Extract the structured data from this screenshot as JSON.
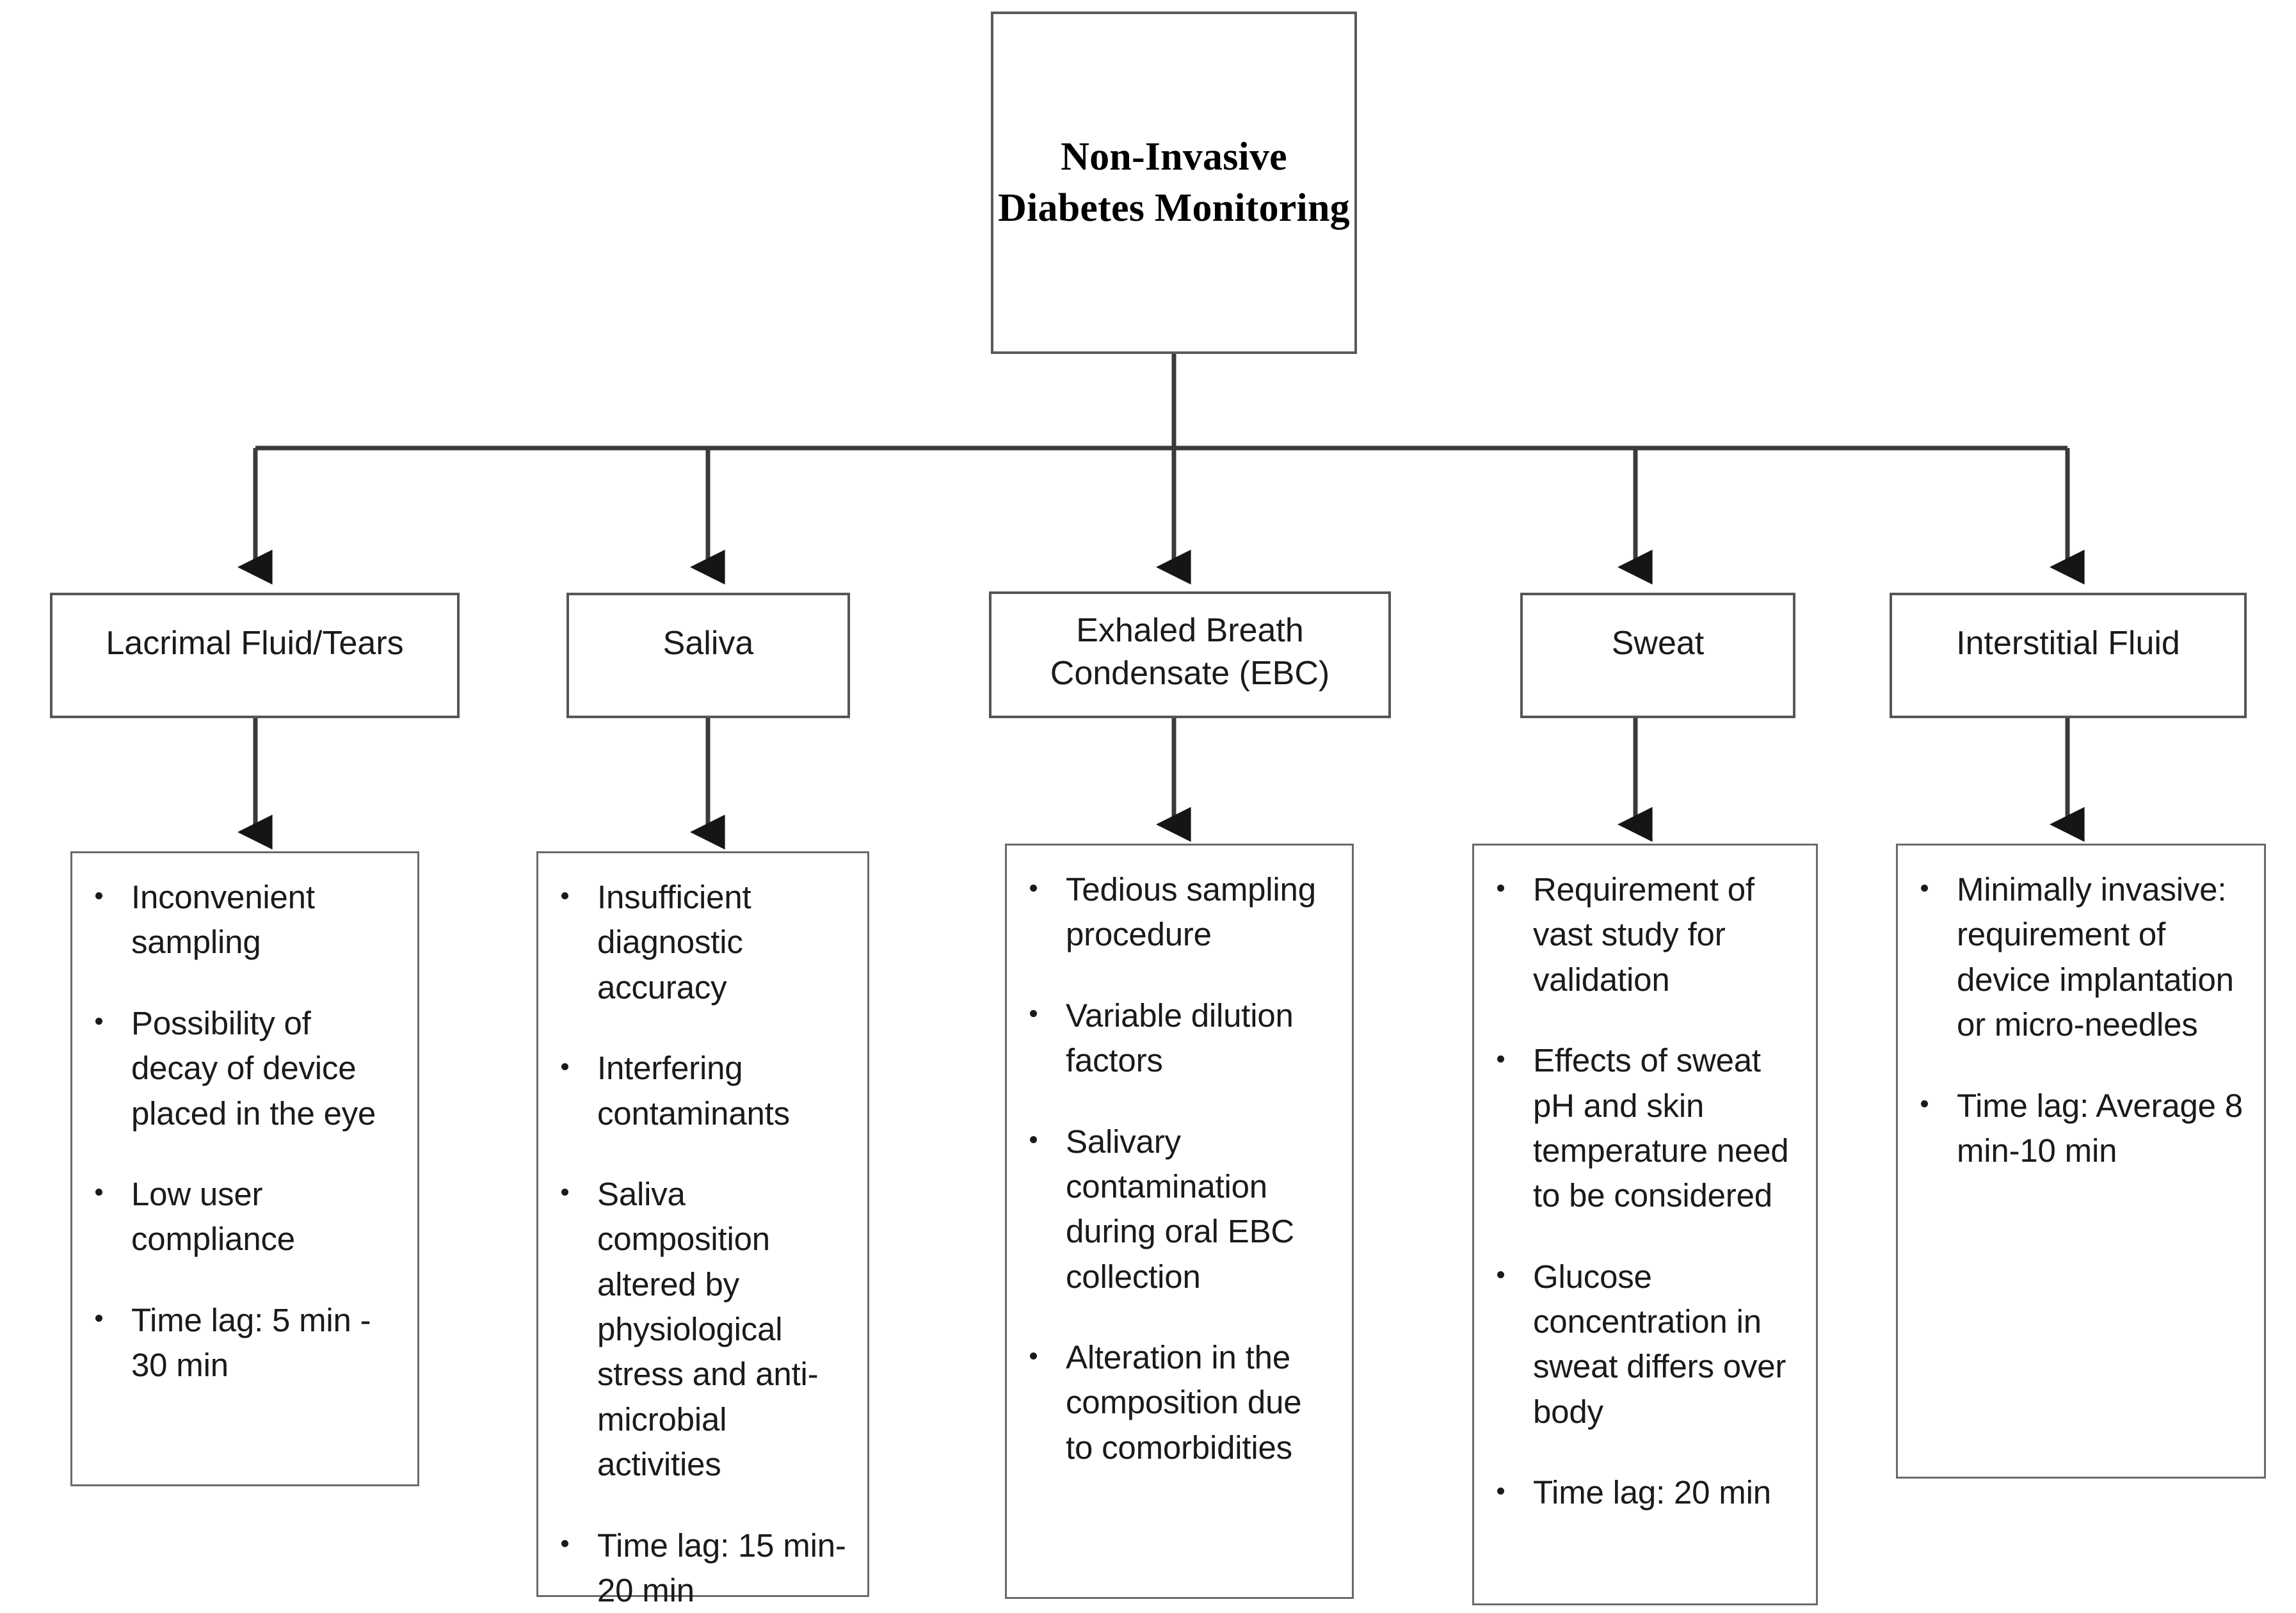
{
  "diagram": {
    "title": "Non-Invasive Diabetes Monitoring",
    "root": {
      "label": "Non-Invasive Diabetes Monitoring"
    },
    "colors": {
      "box_border": "#4a4a4a",
      "detail_border": "#6a6a6a",
      "connector": "#333333",
      "text": "#1a1a1a",
      "background": "#ffffff"
    },
    "branches": [
      {
        "id": "lacrimal",
        "label": "Lacrimal Fluid/Tears",
        "bullets": [
          "Inconvenient sampling",
          "Possibility of decay of device placed in the eye",
          "Low user compliance",
          "Time lag: 5 min - 30 min"
        ]
      },
      {
        "id": "saliva",
        "label": "Saliva",
        "bullets": [
          "Insufficient diagnostic accuracy",
          "Interfering contaminants",
          "Saliva composition altered by physiological stress and anti-microbial activities",
          "Time lag: 15 min-20 min"
        ]
      },
      {
        "id": "ebc",
        "label": "Exhaled Breath Condensate (EBC)",
        "bullets": [
          "Tedious sampling procedure",
          "Variable dilution factors",
          "Salivary contamination during oral EBC collection",
          "Alteration in the composition due to comorbidities"
        ]
      },
      {
        "id": "sweat",
        "label": "Sweat",
        "bullets": [
          "Requirement of vast study for validation",
          "Effects of sweat pH and skin temperature need to be considered",
          "Glucose concentration in sweat differs over body",
          "Time lag: 20 min"
        ]
      },
      {
        "id": "interstitial",
        "label": "Interstitial Fluid",
        "bullets": [
          "Minimally invasive: requirement of device implantation or micro-needles",
          "Time lag: Average 8 min-10 min"
        ]
      }
    ]
  }
}
